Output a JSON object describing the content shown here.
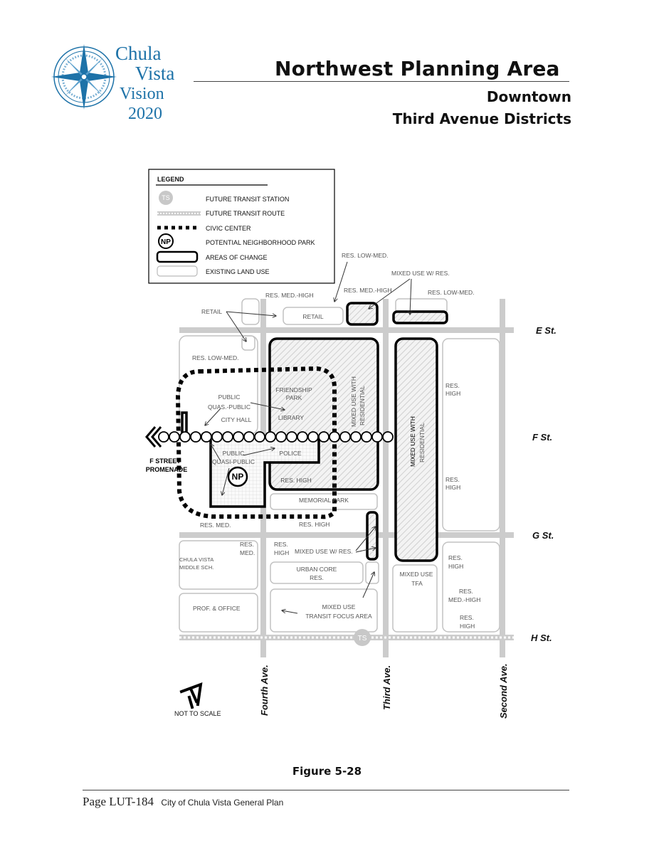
{
  "logo": {
    "line1": "Chula",
    "line2": "Vista",
    "line3": "Vision",
    "line4": "2020",
    "color": "#1d72a8"
  },
  "header": {
    "title": "Northwest Planning Area",
    "subtitle1": "Downtown",
    "subtitle2": "Third Avenue Districts"
  },
  "legend": {
    "heading": "LEGEND",
    "ts_symbol": "TS",
    "np_symbol": "NP",
    "items": [
      "FUTURE TRANSIT STATION",
      "FUTURE TRANSIT ROUTE",
      "CIVIC CENTER",
      "POTENTIAL NEIGHBORHOOD PARK",
      "AREAS OF CHANGE",
      "EXISTING LAND USE"
    ]
  },
  "streets": {
    "e": "E  St.",
    "f": "F  St.",
    "g": "G  St.",
    "h": "H  St.",
    "fourth": "Fourth Ave.",
    "third": "Third Ave.",
    "second": "Second Ave."
  },
  "labels": {
    "res_low_med_top": "RES. LOW-MED.",
    "mixed_use_res_top": "MIXED USE W/ RES.",
    "res_med_high_left": "RES. MED.-HIGH",
    "res_med_high_mid": "RES. MED.-HIGH",
    "res_low_med_right": "RES. LOW-MED.",
    "retail_left": "RETAIL",
    "retail_block": "RETAIL",
    "res_low_med_west": "RES. LOW-MED.",
    "friendship_park_1": "FRIENDSHIP",
    "friendship_park_2": "PARK",
    "library": "LIBRARY",
    "public_quas_1": "PUBLIC",
    "public_quas_2": "QUAS.-PUBLIC",
    "city_hall": "CITY  HALL",
    "mixed_use_res_v1_1": "MIXED USE WITH",
    "mixed_use_res_v1_2": "RESIDENTIAL",
    "mixed_use_res_v2_1": "MIXED USE WITH",
    "mixed_use_res_v2_2": "RESIDENTIAL",
    "res_high_e_1": "RES.",
    "res_high_e_2": "HIGH",
    "res_high_f_1": "RES.",
    "res_high_f_2": "HIGH",
    "public_quasi_1": "PUBLIC",
    "public_quasi_2": "QUASI-PUBLIC",
    "police": "POLICE",
    "np_park": "NP",
    "res_high_block": "RES. HIGH",
    "memorial_park": "MEMORIAL PARK",
    "res_med_g": "RES. MED.",
    "res_high_g": "RES. HIGH",
    "f_promenade_1": "F STREET",
    "f_promenade_2": "PROMENADE",
    "chula_ms_1": "CHULA VISTA",
    "chula_ms_2": "MIDDLE SCH.",
    "res_med_south_1": "RES.",
    "res_med_south_2": "MED.",
    "res_high_south_1": "RES.",
    "res_high_south_2": "HIGH",
    "mixed_use_res_g": "MIXED USE W/ RES.",
    "urban_core_1": "URBAN CORE",
    "urban_core_2": "RES.",
    "mixed_use_tfa_1": "MIXED USE",
    "mixed_use_tfa_2": "TFA",
    "res_high_g_east_1": "RES.",
    "res_high_g_east_2": "HIGH",
    "res_med_high_east_1": "RES.",
    "res_med_high_east_2": "MED.-HIGH",
    "res_high_h_east_1": "RES.",
    "res_high_h_east_2": "HIGH",
    "prof_office": "PROF. & OFFICE",
    "mixed_use_tfa_main_1": "MIXED USE",
    "mixed_use_tfa_main_2": "TRANSIT FOCUS AREA",
    "ts_station": "TS",
    "not_to_scale": "NOT TO SCALE"
  },
  "figure_caption": "Figure 5-28",
  "footer": {
    "page": "Page LUT-184",
    "plan": "City of Chula Vista General Plan"
  },
  "colors": {
    "street": "#cccccc",
    "change": "#000000",
    "existing": "#bbbbbb",
    "hatch": "#d6d6d6"
  }
}
